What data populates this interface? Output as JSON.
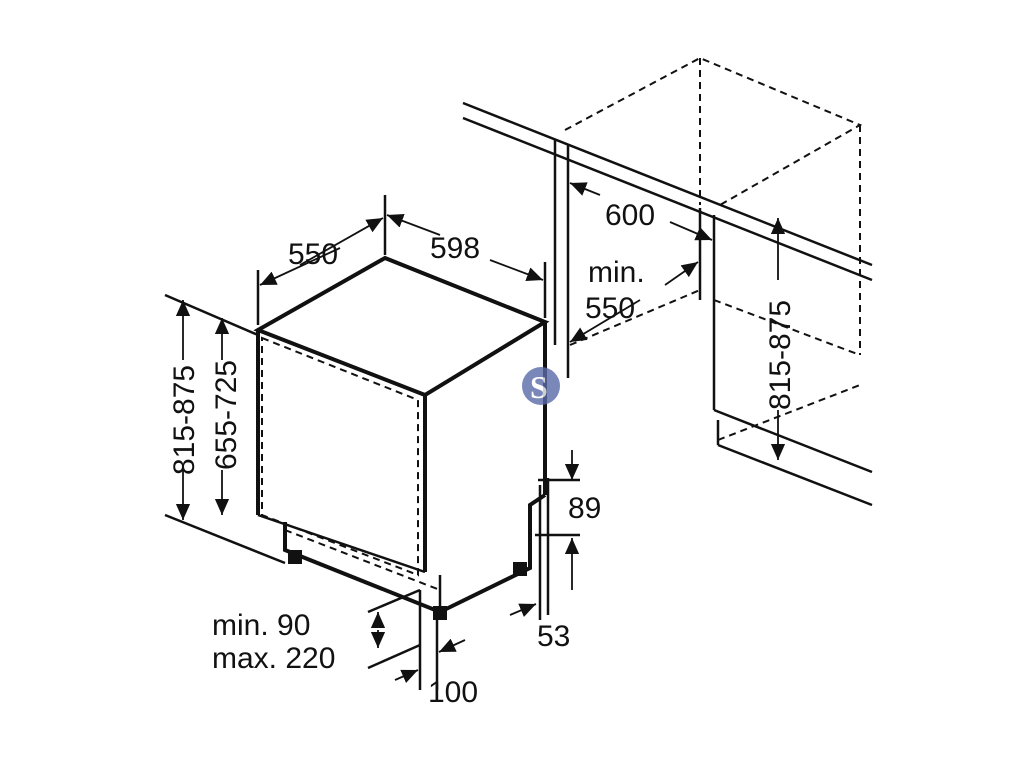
{
  "labels": {
    "depth": "550",
    "width": "598",
    "height_left": "815-875",
    "front_height": "655-725",
    "niche_width": "600",
    "niche_depth_min": "min.",
    "niche_depth": "550",
    "height_right": "815-875",
    "plinth_upper": "89",
    "plinth_lower": "53",
    "plinth_min": "min. 90",
    "plinth_max": "max. 220",
    "foot_offset": "100"
  },
  "watermark": {
    "text": "S",
    "color": "#5a6aa8"
  }
}
